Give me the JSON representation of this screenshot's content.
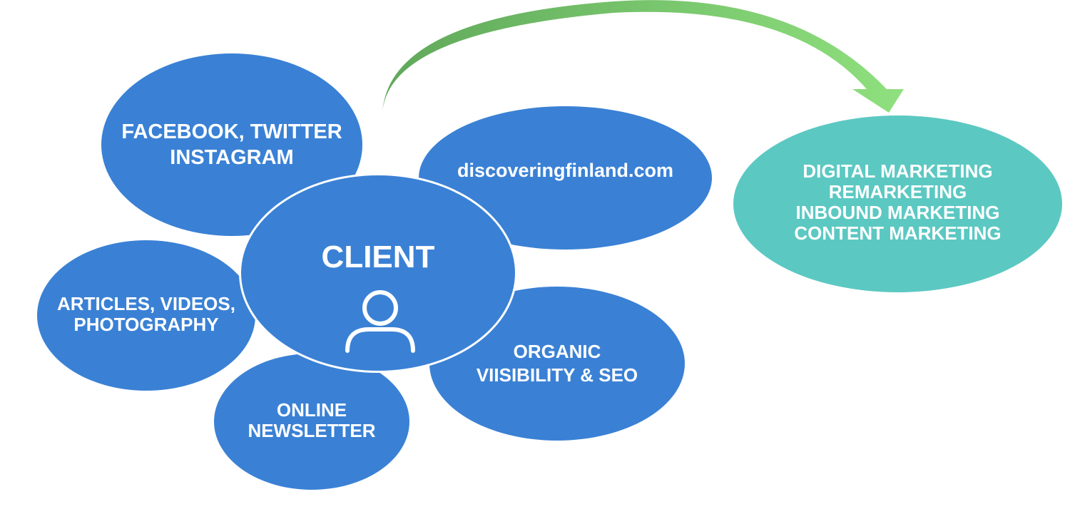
{
  "nodes": {
    "social": {
      "lines": [
        "FACEBOOK, TWITTER",
        "INSTAGRAM"
      ]
    },
    "site": {
      "lines": [
        "discoveringfinland.com"
      ]
    },
    "articles": {
      "lines": [
        "ARTICLES, VIDEOS,",
        "PHOTOGRAPHY"
      ]
    },
    "organic": {
      "lines": [
        "ORGANIC",
        "VIISIBILITY & SEO"
      ]
    },
    "news": {
      "lines": [
        "ONLINE",
        "NEWSLETTER"
      ]
    },
    "client": {
      "label": "CLIENT",
      "icon": "user-icon"
    },
    "digital": {
      "lines": [
        "DIGITAL MARKETING",
        "REMARKETING",
        "INBOUND MARKETING",
        "CONTENT MARKETING"
      ]
    }
  },
  "colors": {
    "node_blue": "#3a81d5",
    "node_teal": "#5cc8c2",
    "arrow_start": "#5fa85a",
    "arrow_end": "#8fe07e",
    "text": "#ffffff"
  }
}
